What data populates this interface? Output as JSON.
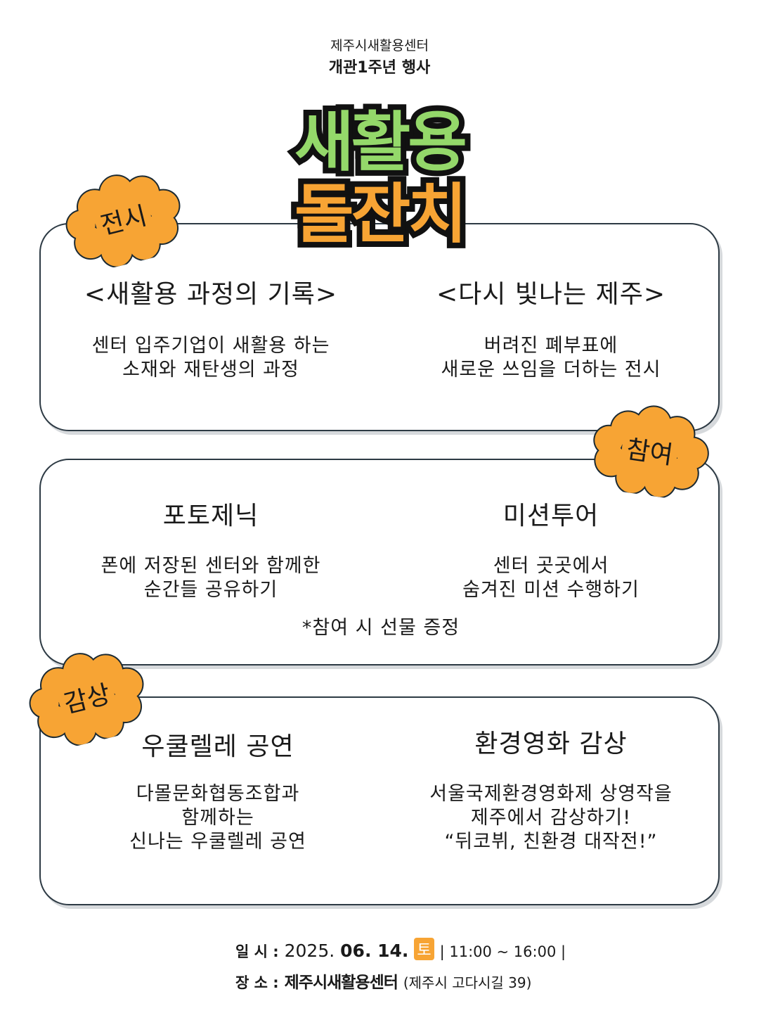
{
  "header": {
    "org": "제주시새활용센터",
    "event": "개관1주년 행사",
    "title_line1": "새활용",
    "title_line2": "돌잔치"
  },
  "colors": {
    "green": "#94d86a",
    "orange": "#f7a434",
    "border": "#2d3a44"
  },
  "sections": [
    {
      "badge": "전시",
      "items": [
        {
          "title": "<새활용 과정의 기록>",
          "lines": [
            "센터 입주기업이 새활용 하는",
            "소재와 재탄생의 과정"
          ]
        },
        {
          "title": "<다시 빛나는 제주>",
          "lines": [
            "버려진 폐부표에",
            "새로운 쓰임을 더하는 전시"
          ]
        }
      ]
    },
    {
      "badge": "참여",
      "items": [
        {
          "title": "포토제닉",
          "lines": [
            "폰에 저장된 센터와 함께한",
            "순간들 공유하기"
          ]
        },
        {
          "title": "미션투어",
          "lines": [
            "센터 곳곳에서",
            "숨겨진 미션 수행하기"
          ]
        }
      ],
      "note": "*참여 시 선물 증정"
    },
    {
      "badge": "감상",
      "items": [
        {
          "title": "우쿨렐레 공연",
          "lines": [
            "다몰문화협동조합과",
            "함께하는",
            "신나는 우쿨렐레 공연"
          ]
        },
        {
          "title": "환경영화 감상",
          "lines": [
            "서울국제환경영화제 상영작을",
            "제주에서 감상하기!",
            "“뒤코뷔, 친환경 대작전!”"
          ]
        }
      ]
    }
  ],
  "footer": {
    "date_label": "일 시 :",
    "date_year": "2025.",
    "date_md": "06. 14.",
    "weekday": "토",
    "time": "| 11:00 ~ 16:00 |",
    "place_label": "장 소 :",
    "place": "제주시새활용센터",
    "address": "(제주시 고다시길 39)"
  }
}
